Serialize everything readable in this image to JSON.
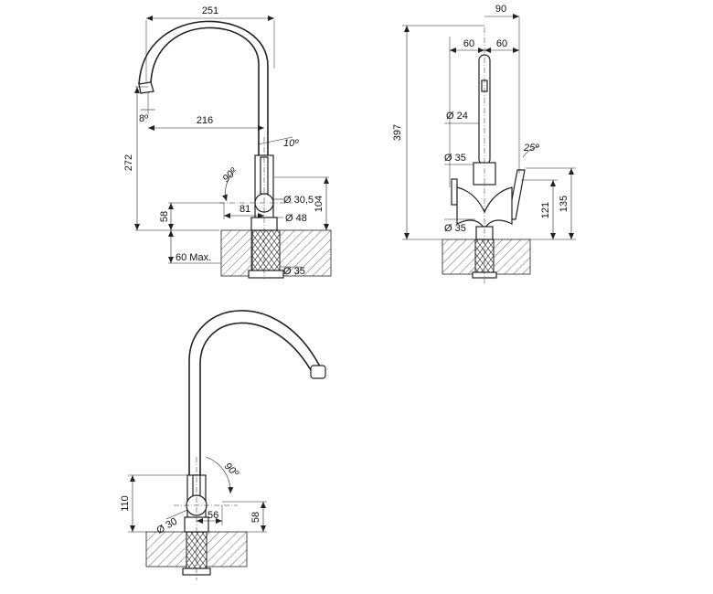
{
  "view_front": {
    "dim_width": "251",
    "dim_reach": "216",
    "dim_height": "272",
    "dim_spout_angle": "8º",
    "dim_lever_angle": "10º",
    "dim_rotation": "90º",
    "dim_body_dia": "Ø 30,5",
    "dim_body_width": "81",
    "dim_base_dia": "Ø 48",
    "dim_lever_height": "104",
    "dim_base_height": "58",
    "dim_deck": "60 Max.",
    "dim_shank_dia": "Ø 35"
  },
  "view_side": {
    "dim_total": "90",
    "dim_left": "60",
    "dim_right": "60",
    "dim_height": "397",
    "dim_spout_dia": "Ø 24",
    "dim_upper_dia": "Ø 35",
    "dim_lever_angle": "25º",
    "dim_lower_dia": "Ø 35",
    "dim_h1": "121",
    "dim_h2": "135"
  },
  "view_bottom": {
    "dim_rotation": "90º",
    "dim_height": "110",
    "dim_body_dia": "Ø 30",
    "dim_width": "56",
    "dim_base_height": "58"
  }
}
